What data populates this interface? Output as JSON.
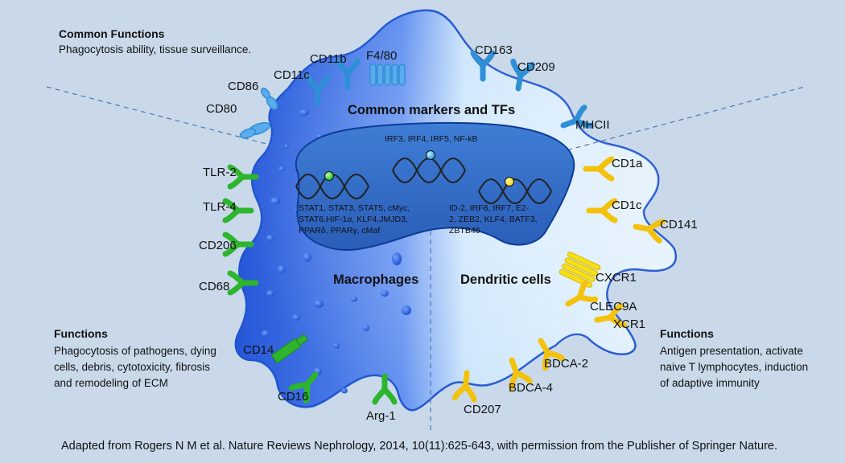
{
  "common_functions": {
    "heading": "Common Functions",
    "text": "Phagocytosis ability, tissue surveillance."
  },
  "common_markers_title": "Common markers and TFs",
  "common_tfs": "IRF3, IRF4, IRF5, NF-kB",
  "macrophage_tfs": {
    "line1": "STAT1, STAT3, STAT5, cMyc,",
    "line2": "STAT6,HIF-1α, KLF4,JMJD3,",
    "line3": "PPARδ, PPARγ, cMaf"
  },
  "dc_tfs": {
    "line1": "ID-2, IRF8, IRF7,  E2-",
    "line2": "2, ZEB2, KLF4, BATF3,",
    "line3": "ZBTB46"
  },
  "macrophages_label": "Macrophages",
  "dendritic_label": "Dendritic cells",
  "macrophage_functions": {
    "heading": "Functions",
    "line1": "Phagocytosis of pathogens, dying",
    "line2": "cells, debris, cytotoxicity, fibrosis",
    "line3": "and remodeling of ECM"
  },
  "dc_functions": {
    "heading": "Functions",
    "line1": "Antigen presentation, activate",
    "line2": "naive T lymphocytes, induction",
    "line3": "of adaptive immunity"
  },
  "common_markers": {
    "cd80": "CD80",
    "cd86": "CD86",
    "cd11c": "CD11c",
    "cd11b": "CD11b",
    "f480": "F4/80",
    "cd163": "CD163",
    "cd209": "CD209",
    "mhcii": "MHCII"
  },
  "macrophage_markers": {
    "tlr2": "TLR-2",
    "tlr4": "TLR-4",
    "cd206": "CD206",
    "cd68": "CD68",
    "cd14": "CD14",
    "cd16": "CD16",
    "arg1": "Arg-1"
  },
  "dc_markers": {
    "cd1a": "CD1a",
    "cd1c": "CD1c",
    "cd141": "CD141",
    "cxcr1": "CXCR1",
    "clec9a": "CLEC9A",
    "xcr1": "XCR1",
    "bdca2": "BDCA-2",
    "bdca4": "BDCA-4",
    "cd207": "CD207"
  },
  "citation": "Adapted from Rogers N M et al. Nature Reviews Nephrology, 2014, 10(11):625-643, with permission from the Publisher of Springer Nature.",
  "colors": {
    "background": "#c9d9ea",
    "common_marker": "#2f8fd6",
    "macrophage_marker": "#2db52d",
    "dc_marker": "#f4c20d",
    "nucleus": "#2f6cc9"
  }
}
